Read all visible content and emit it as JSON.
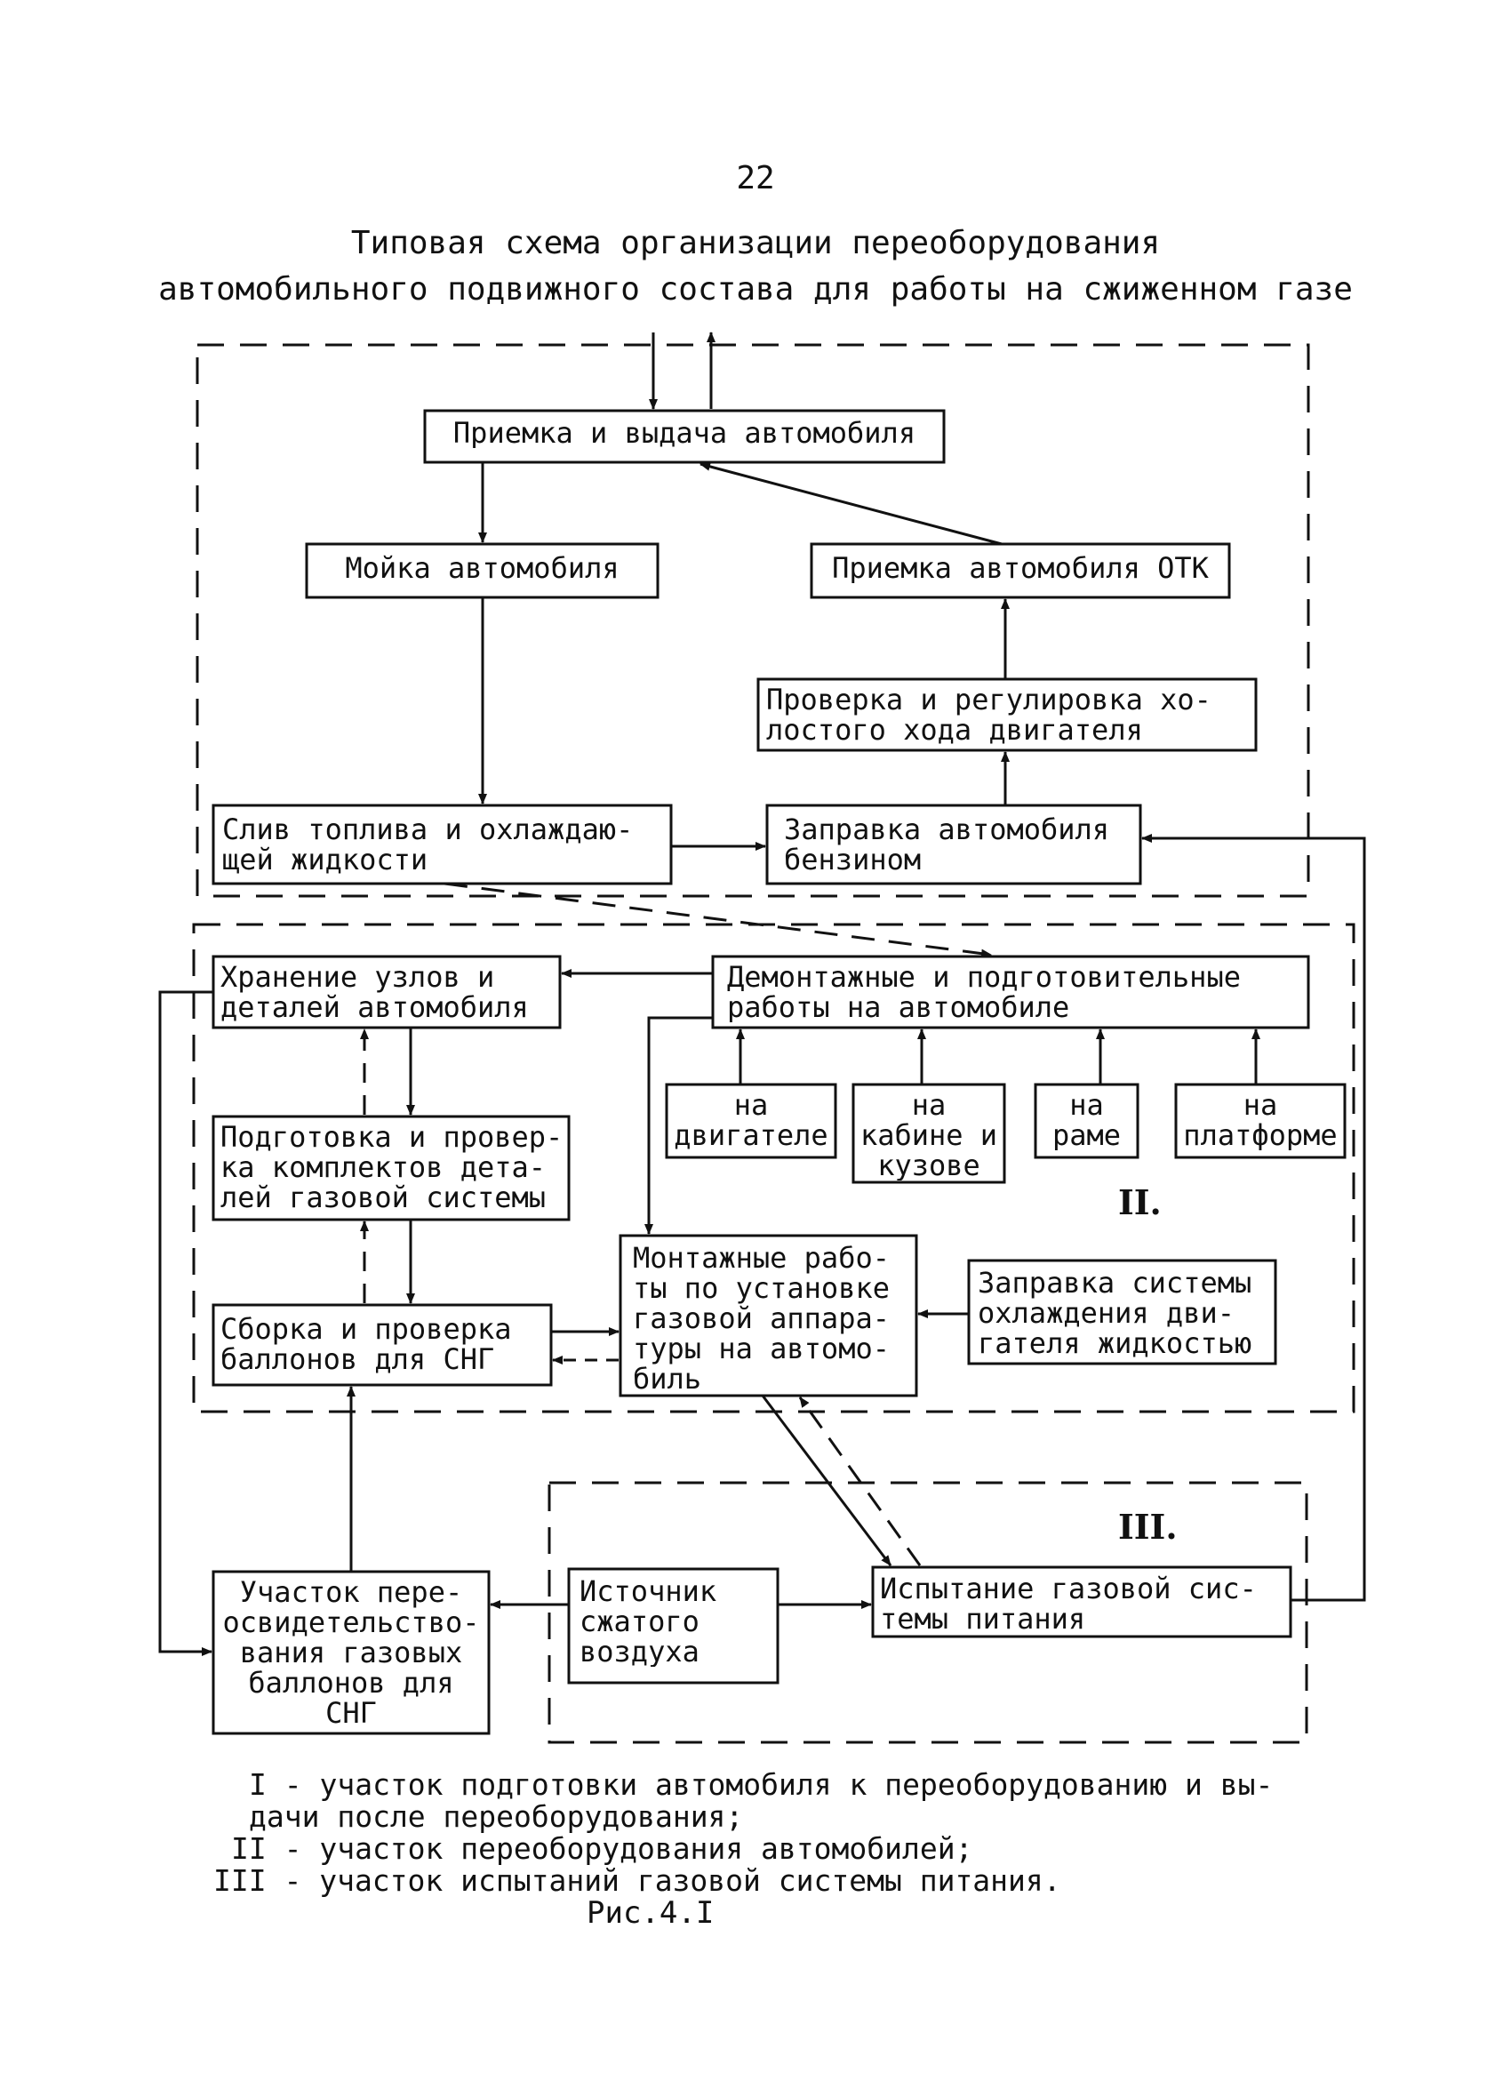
{
  "page_number": "22",
  "title": {
    "line1": "Типовая схема организации переоборудования",
    "line2": "автомобильного подвижного состава для работы на сжиженном газе"
  },
  "boxes": {
    "priemka_vydacha": "Приемка и выдача автомобиля",
    "moyka": "Мойка автомобиля",
    "priemka_otk": "Приемка автомобиля ОТК",
    "proverka_line1": "Проверка и регулировка хо-",
    "proverka_line2": "лостого хода двигателя",
    "sliv_line1": "Слив топлива и охлаждаю-",
    "sliv_line2": "щей жидкости",
    "zapravka_benzin_line1": "Заправка автомобиля",
    "zapravka_benzin_line2": "бензином",
    "hranenie_line1": "Хранение узлов и",
    "hranenie_line2": "деталей автомобиля",
    "demontazh_line1": "Демонтажные и подготовительные",
    "demontazh_line2": "работы на автомобиле",
    "na_dvigatele_line1": "на",
    "na_dvigatele_line2": "двигателе",
    "na_kabine_line1": "на",
    "na_kabine_line2": "кабине и",
    "na_kabine_line3": "кузове",
    "na_rame_line1": "на",
    "na_rame_line2": "раме",
    "na_platforme_line1": "на",
    "na_platforme_line2": "платформе",
    "podgotovka_line1": "Подготовка и провер-",
    "podgotovka_line2": "ка комплектов дета-",
    "podgotovka_line3": "лей газовой системы",
    "montazh_line1": "Монтажные рабо-",
    "montazh_line2": "ты по установке",
    "montazh_line3": "газовой аппара-",
    "montazh_line4": "туры на автомо-",
    "montazh_line5": "биль",
    "zapravka_sist_line1": "Заправка системы",
    "zapravka_sist_line2": "охлаждения дви-",
    "zapravka_sist_line3": "гателя жидкостью",
    "sborka_line1": "Сборка и проверка",
    "sborka_line2": "баллонов для СНГ",
    "uchastok_line1": "Участок пере-",
    "uchastok_line2": "освидетельство-",
    "uchastok_line3": "вания газовых",
    "uchastok_line4": "баллонов для",
    "uchastok_line5": "СНГ",
    "istochnik_line1": "Источник",
    "istochnik_line2": "сжатого",
    "istochnik_line3": "воздуха",
    "ispytanie_line1": "Испытание газовой сис-",
    "ispytanie_line2": "темы питания"
  },
  "zones": {
    "zone2": "II.",
    "zone3": "III."
  },
  "legend": {
    "line1": "I  - участок подготовки автомобиля к переоборудованию и вы-",
    "line2": "     дачи после переоборудования;",
    "line3": "II  - участок переоборудования автомобилей;",
    "line4": "III - участок испытаний газовой системы питания."
  },
  "caption": "Рис.4.I"
}
